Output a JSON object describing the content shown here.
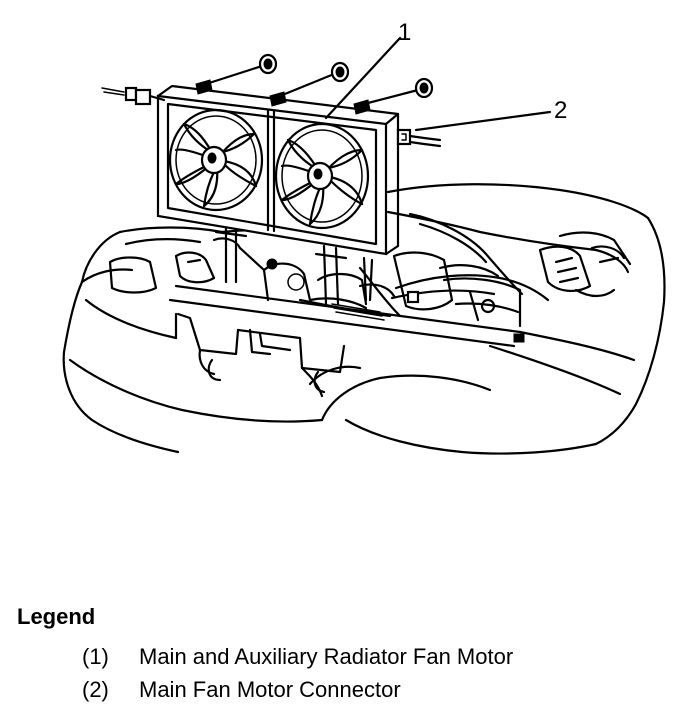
{
  "callouts": [
    {
      "id": "1",
      "label": "1"
    },
    {
      "id": "2",
      "label": "2"
    }
  ],
  "legend": {
    "title": "Legend",
    "items": [
      {
        "number": "(1)",
        "text": "Main and Auxiliary Radiator Fan Motor"
      },
      {
        "number": "(2)",
        "text": "Main Fan Motor Connector"
      }
    ]
  },
  "colors": {
    "line": "#000000",
    "background": "#ffffff"
  }
}
